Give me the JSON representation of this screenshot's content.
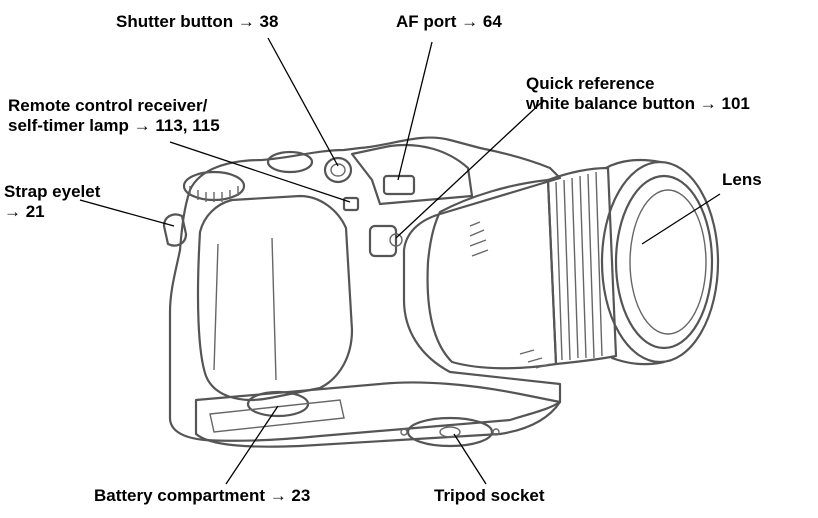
{
  "colors": {
    "line": "#555555",
    "leader": "#000000",
    "text": "#000000",
    "background": "#ffffff"
  },
  "labels": {
    "shutter": {
      "line1": "Shutter button → 38"
    },
    "af_port": {
      "line1": "AF port → 64"
    },
    "remote": {
      "line1": "Remote control receiver/",
      "line2": "self-timer lamp → 113, 115"
    },
    "quick_ref": {
      "line1": "Quick reference",
      "line2": "white balance button → 101"
    },
    "strap": {
      "line1": "Strap eyelet",
      "line2": "→ 21"
    },
    "lens": {
      "line1": "Lens"
    },
    "battery": {
      "line1": "Battery compartment → 23"
    },
    "tripod": {
      "line1": "Tripod socket"
    }
  }
}
